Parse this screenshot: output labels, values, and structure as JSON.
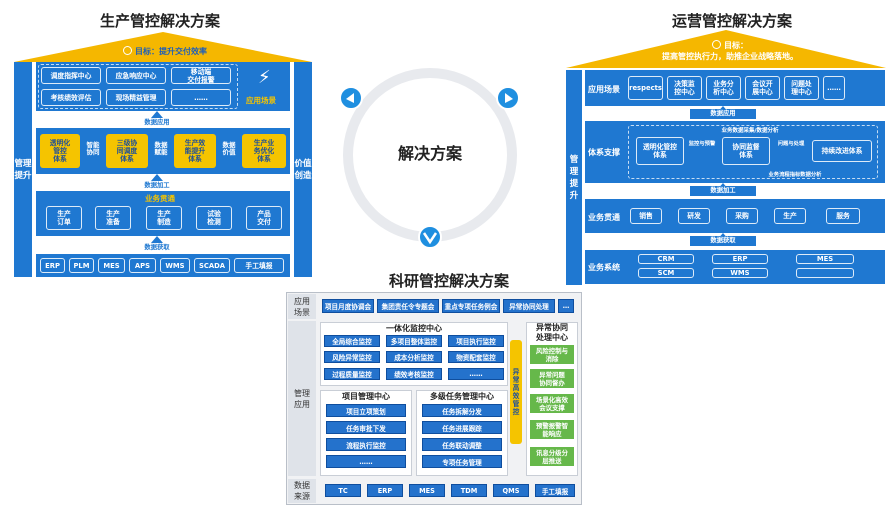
{
  "center": {
    "title": "解决方案"
  },
  "production": {
    "title": "生产管控解决方案",
    "goal": "目标：提升交付效率",
    "left_label": "管理\n提升",
    "right_label": "价值\n创造",
    "scenarios": [
      "调度指挥中心",
      "应急响应中心",
      "移动端\n交付报警",
      "考核绩效评估",
      "现场精益管理",
      "……"
    ],
    "scenario_title": "应用场景",
    "arrow1": "数据应用",
    "systems": [
      "透明化\n管控\n体系",
      "三级协\n同调度\n体系",
      "生产效\n能提升\n体系",
      "生产业\n务优化\n体系"
    ],
    "system_tags": [
      "智能\n协同",
      "数据\n赋能",
      "数据\n价值"
    ],
    "arrow2": "数据加工",
    "flow_title": "业务贯通",
    "flow": [
      "生产\n订单",
      "生产\n准备",
      "生产\n制造",
      "试验\n检测",
      "产品\n交付"
    ],
    "arrow3": "数据获取",
    "sources": [
      "ERP",
      "PLM",
      "MES",
      "APS",
      "WMS",
      "SCADA",
      "手工填报"
    ]
  },
  "operation": {
    "title": "运营管控解决方案",
    "goal": "目标：\n提高管控执行力，助推企业战略落地。",
    "left_label": "管理\n提升",
    "scenario_title": "应用场景",
    "scenarios": [
      "respects",
      "决策监\n控中心",
      "业务分\n析中心",
      "会议开\n展中心",
      "问题处\n理中心",
      "……"
    ],
    "arrow1": "数据应用",
    "support_title": "体系支撑",
    "support": [
      "透明化管控\n体系",
      "协同监督\n体系",
      "持续改进体系"
    ],
    "support_notes": [
      "业务数据采集/数据分析",
      "监控与预警",
      "问题与处理",
      "业务流程指标数据分析"
    ],
    "arrow2": "数据加工",
    "flow_title": "业务贯通",
    "flow": [
      "销售",
      "研发",
      "采购",
      "生产",
      "服务"
    ],
    "arrow3": "数据获取",
    "sys_title": "业务系统",
    "sys_items": [
      "CRM",
      "ERP",
      "MES",
      "SCM",
      "WMS"
    ]
  },
  "research": {
    "title": "科研管控解决方案",
    "row1_label": "应用\n场景",
    "row1": [
      "项目月度协调会",
      "集团责任令专题会",
      "重点专项任务例会",
      "异常协同处理",
      "…"
    ],
    "row2_label": "管理\n应用",
    "monitor_title": "一体化监控中心",
    "monitor": [
      "全局综合监控",
      "多项目整体监控",
      "项目执行监控",
      "风险异常监控",
      "成本分析监控",
      "物资配套监控",
      "过程质量监控",
      "绩效考核监控",
      "……"
    ],
    "project_title": "项目管理中心",
    "project": [
      "项目立项策划",
      "任务审批下发",
      "流程执行监控",
      "……"
    ],
    "task_title": "多级任务管理中心",
    "task": [
      "任务拆解分发",
      "任务进展跟踪",
      "任务联动调整",
      "专项任务管理"
    ],
    "vertical": "异\n常\n高\n效\n管\n控",
    "anomaly_title": "异常协同\n处理中心",
    "anomaly": [
      "风险控制与\n消除",
      "异常问题\n协同督办",
      "场景化高效\n会议支撑",
      "预警报警智\n能响应",
      "讯息分级分\n层推送"
    ],
    "row3_label": "数据\n来源",
    "row3": [
      "TC",
      "ERP",
      "MES",
      "TDM",
      "QMS",
      "手工填报"
    ]
  },
  "colors": {
    "blue": "#1f78d1",
    "yellow": "#f5c400",
    "green": "#66b84a"
  }
}
